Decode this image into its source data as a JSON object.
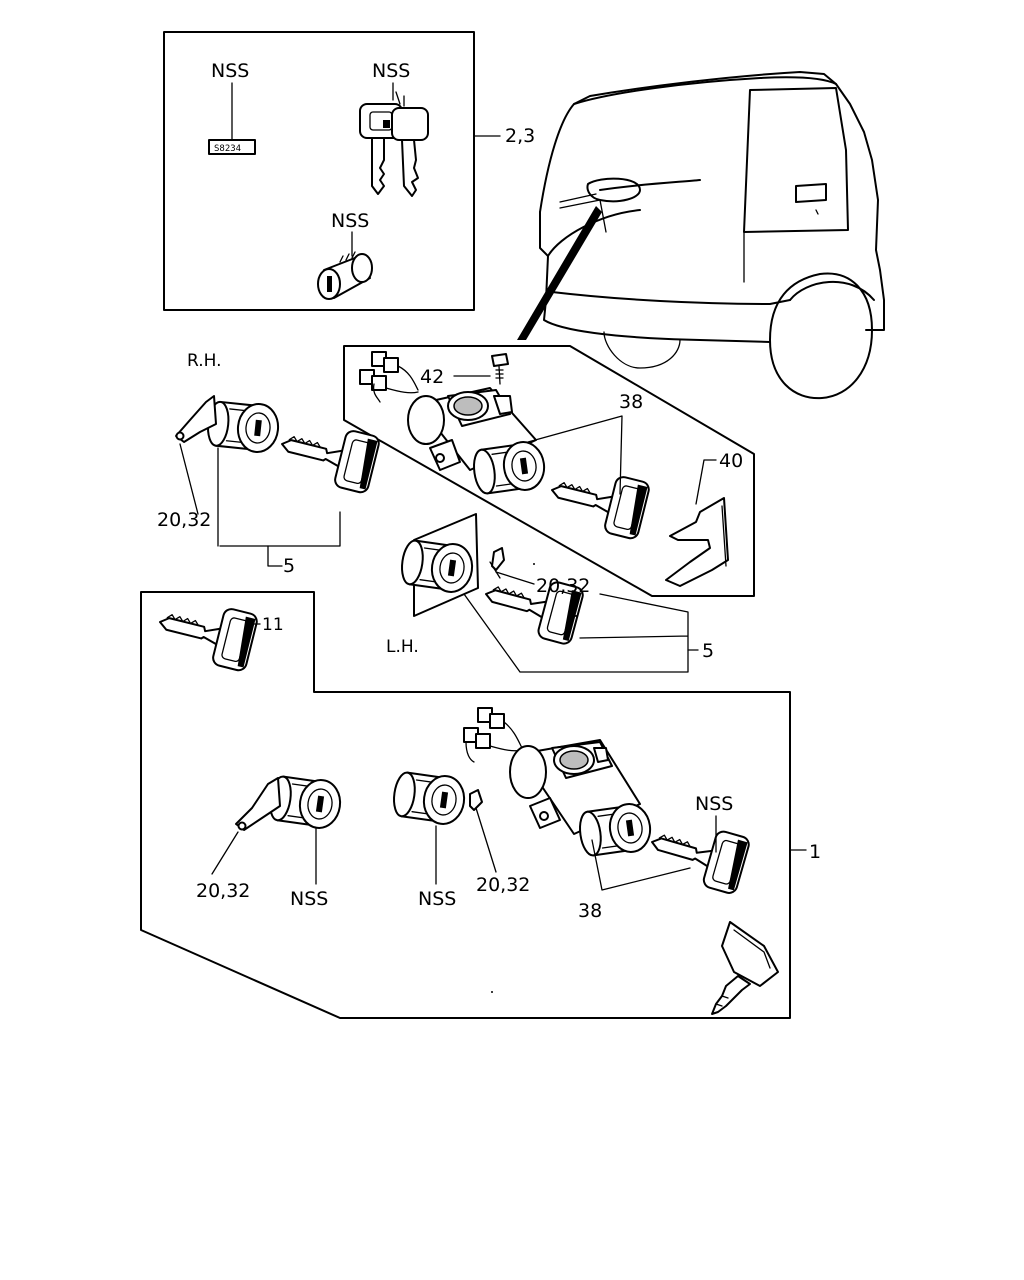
{
  "labels": {
    "nss": "NSS",
    "part_2_3": "2,3",
    "tag_code": "S8234",
    "rh": "R.H.",
    "lh": "L.H.",
    "part_42": "42",
    "part_38": "38",
    "part_40": "40",
    "part_20_32": "20,32",
    "part_5": "5",
    "part_11": "11",
    "part_1": "1"
  },
  "icons": [
    "key-icon",
    "lock-cylinder-icon",
    "ignition-switch-icon",
    "vehicle-cab-icon",
    "retainer-clip-icon",
    "screw-icon",
    "connector-icon"
  ]
}
